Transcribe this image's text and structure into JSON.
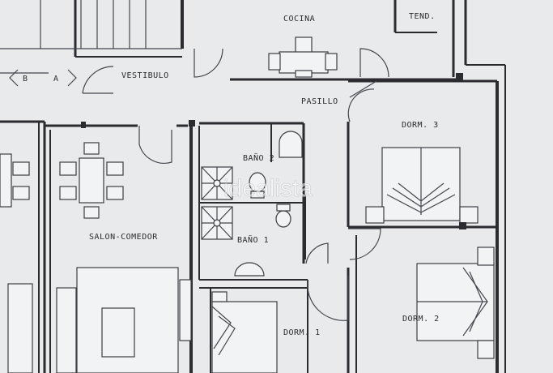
{
  "rooms": {
    "cocina": "COCINA",
    "tend": "TEND.",
    "vestibulo": "VESTIBULO",
    "pasillo": "PASILLO",
    "dorm3": "DORM. 3",
    "bano2": "BAÑO 2",
    "bano1": "BAÑO 1",
    "salon": "SALON-COMEDOR",
    "dorm1": "DORM. 1",
    "dorm2": "DORM. 2"
  },
  "markers": {
    "b": "B",
    "a": "A"
  },
  "watermark": "idealista",
  "colors": {
    "paper": "#e9eaec",
    "ink": "#2b2b30"
  }
}
